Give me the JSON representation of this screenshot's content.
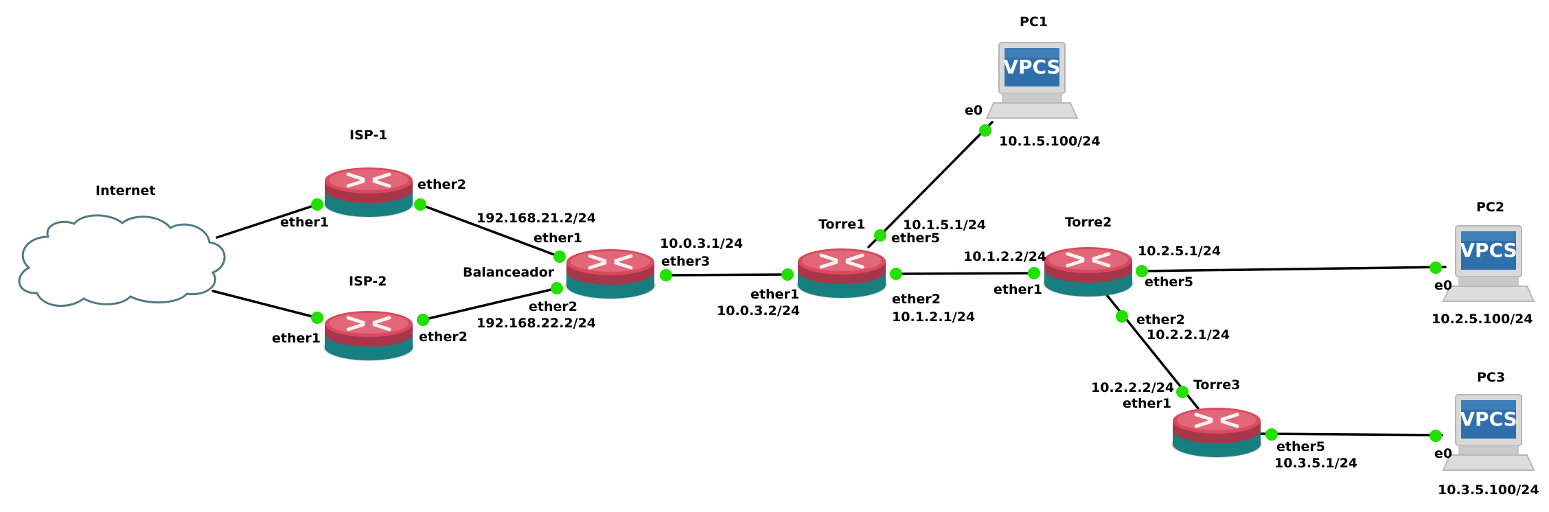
{
  "nodes": {
    "internet": {
      "label": "Internet"
    },
    "isp1": {
      "label": "ISP-1"
    },
    "isp2": {
      "label": "ISP-2"
    },
    "balanceador": {
      "label": "Balanceador"
    },
    "torre1": {
      "label": "Torre1"
    },
    "torre2": {
      "label": "Torre2"
    },
    "torre3": {
      "label": "Torre3"
    },
    "pc1": {
      "label": "PC1",
      "screen_text": "VPCS"
    },
    "pc2": {
      "label": "PC2",
      "screen_text": "VPCS"
    },
    "pc3": {
      "label": "PC3",
      "screen_text": "VPCS"
    }
  },
  "ports": {
    "isp1_ether1": "ether1",
    "isp1_ether2": "ether2",
    "isp2_ether1": "ether1",
    "isp2_ether2": "ether2",
    "bal_ether1": "ether1",
    "bal_ether2": "ether2",
    "bal_ether3": "ether3",
    "torre1_ether1": "ether1",
    "torre1_ether2": "ether2",
    "torre1_ether5": "ether5",
    "torre2_ether1": "ether1",
    "torre2_ether2": "ether2",
    "torre2_ether5": "ether5",
    "torre3_ether1": "ether1",
    "torre3_ether5": "ether5",
    "pc1_e0": "e0",
    "pc2_e0": "e0",
    "pc3_e0": "e0"
  },
  "addresses": {
    "bal_ether1": "192.168.21.2/24",
    "bal_ether2": "192.168.22.2/24",
    "bal_ether3": "10.0.3.1/24",
    "torre1_ether1": "10.0.3.2/24",
    "torre1_ether2": "10.1.2.1/24",
    "torre1_ether5": "10.1.5.1/24",
    "torre2_ether1": "10.1.2.2/24",
    "torre2_ether2": "10.2.2.1/24",
    "torre2_ether5": "10.2.5.1/24",
    "torre3_ether1": "10.2.2.2/24",
    "torre3_ether5": "10.3.5.1/24",
    "pc1_e0": "10.1.5.100/24",
    "pc2_e0": "10.2.5.100/24",
    "pc3_e0": "10.3.5.100/24"
  },
  "colors": {
    "router_top": "#d94a5c",
    "router_band": "#a8364a",
    "router_body": "#177f80",
    "port": "#22e000",
    "cloud_stroke": "#4f7b82",
    "vpcs_screen": "#2f6fab"
  }
}
